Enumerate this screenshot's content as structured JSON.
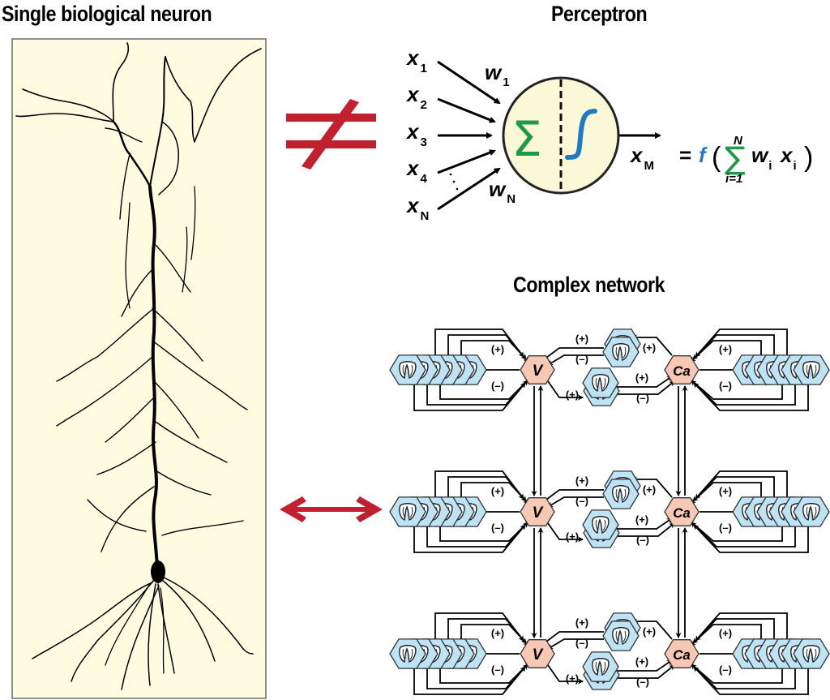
{
  "panels": {
    "neuron": {
      "title": "Single biological neuron",
      "background": "#fdfce0"
    },
    "perceptron": {
      "title": "Perceptron",
      "inputs": [
        "x1",
        "x2",
        "x3",
        "x4",
        "xN"
      ],
      "input_labels": [
        {
          "base": "x",
          "sub": "1"
        },
        {
          "base": "x",
          "sub": "2"
        },
        {
          "base": "x",
          "sub": "3"
        },
        {
          "base": "x",
          "sub": "4"
        },
        {
          "base": "x",
          "sub": "N"
        }
      ],
      "weights": [
        {
          "base": "w",
          "sub": "1"
        },
        {
          "base": "w",
          "sub": "N"
        }
      ],
      "sum_symbol": "Σ",
      "sum_color": "#1e9a46",
      "activation_color": "#1f7ac4",
      "node_fill": "#fbf8d8",
      "output": {
        "base": "x",
        "sub": "M"
      },
      "equation": {
        "eq": "=",
        "f": "f",
        "open": "(",
        "sigma": "∑",
        "upper": "N",
        "lower": "i=1",
        "w": "w",
        "wsub": "i",
        "x": "x",
        "xsub": "i",
        "close": ")"
      }
    },
    "network": {
      "title": "Complex network",
      "node_v_label": "V",
      "node_ca_label": "Ca",
      "node_color": "#f7c8b4",
      "channel_color": "#bde3f5",
      "rows": 3,
      "plus_label": "(+)",
      "minus_label": "(–)"
    }
  },
  "symbols": {
    "not_equal": {
      "name": "not-equal",
      "color": "#c0202f"
    },
    "bidirectional": {
      "name": "double-arrow",
      "color": "#c0202f"
    }
  }
}
